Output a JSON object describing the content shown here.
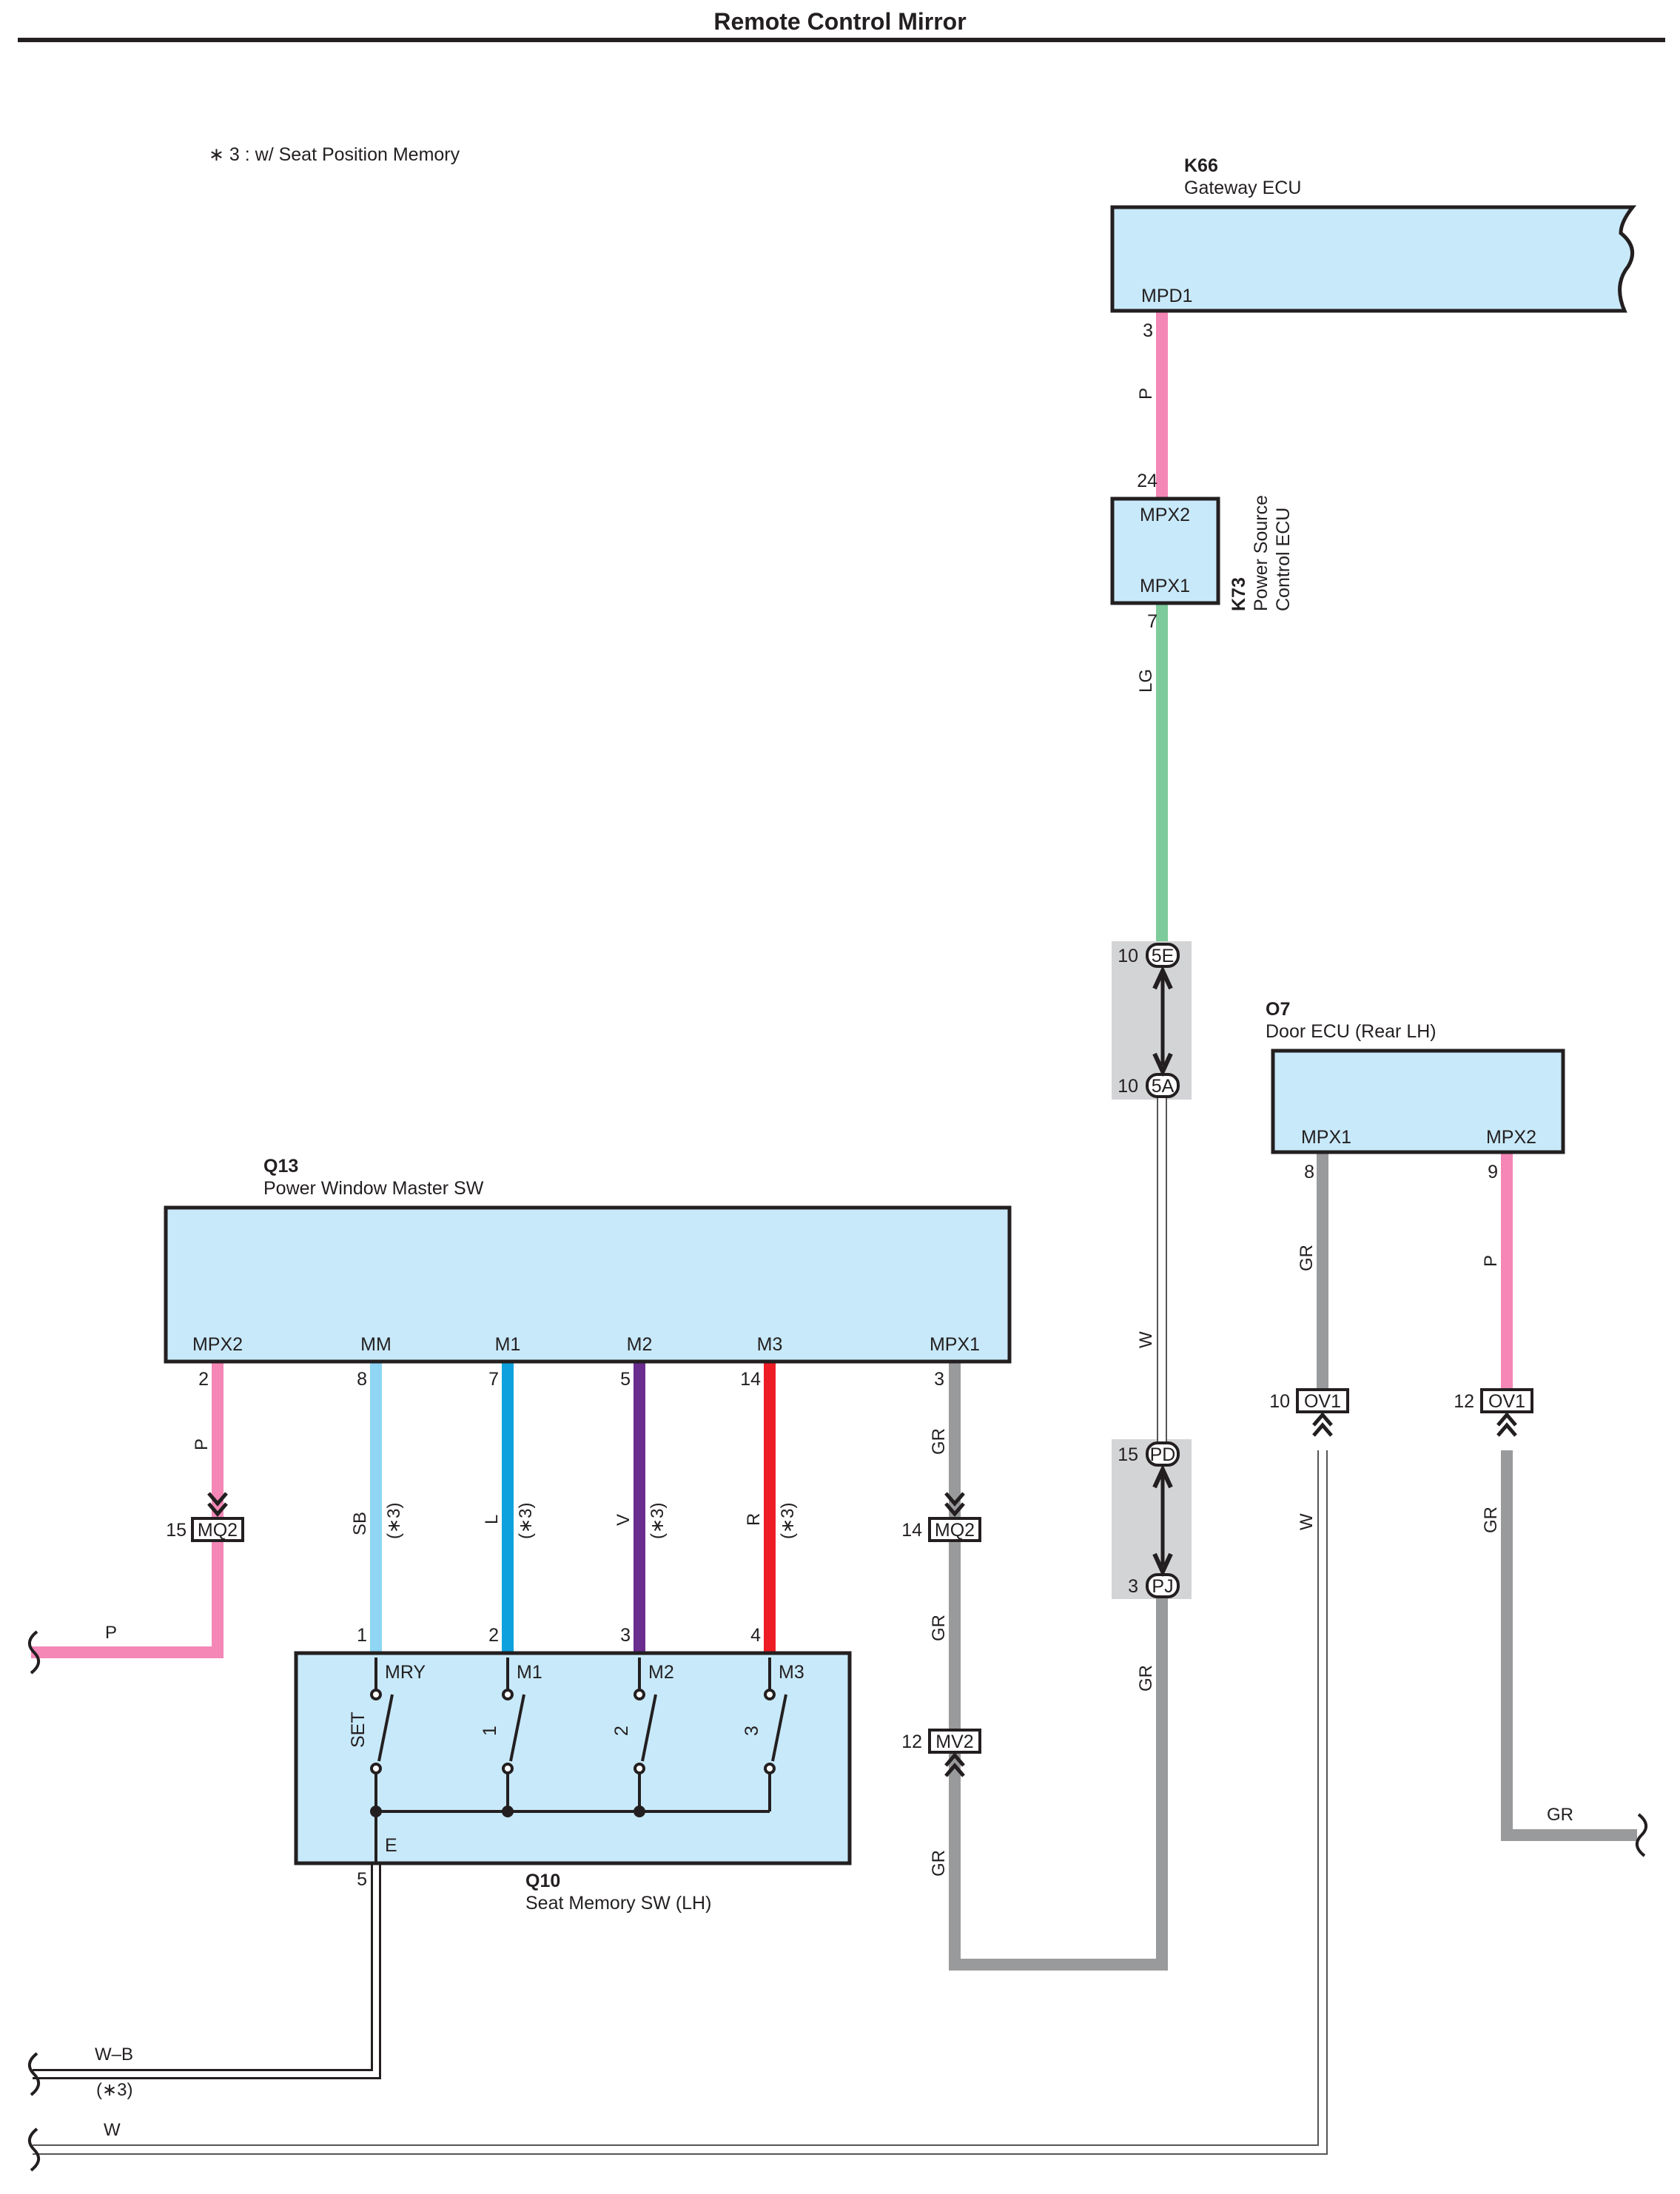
{
  "title": "Remote Control Mirror",
  "note": "∗ 3 : w/ Seat Position Memory",
  "colors": {
    "box_fill": "#c8e9f9",
    "pink": "#f487b6",
    "light_green": "#7dcb9b",
    "gray": "#999a9c",
    "sky_blue": "#8fd6f5",
    "blue": "#0da2de",
    "violet": "#6a2d8f",
    "red": "#ee1c25",
    "connector_panel": "#d3d4d6"
  },
  "components": {
    "k66": {
      "code": "K66",
      "name": "Gateway ECU",
      "pin_mpd1": "MPD1",
      "pin_num": "3"
    },
    "k73": {
      "code": "K73",
      "name_line1": "Power Source",
      "name_line2": "Control ECU",
      "pin_mpx2": "MPX2",
      "pin_mpx1": "MPX1",
      "pin_mpx2_num": "24",
      "pin_mpx1_num": "7"
    },
    "o7": {
      "code": "O7",
      "name": "Door ECU (Rear LH)",
      "pin_mpx1": "MPX1",
      "pin_mpx2": "MPX2",
      "pin_mpx1_num": "8",
      "pin_mpx2_num": "9"
    },
    "q13": {
      "code": "Q13",
      "name": "Power Window Master SW",
      "pins": [
        {
          "label": "MPX2",
          "num": "2"
        },
        {
          "label": "MM",
          "num": "8"
        },
        {
          "label": "M1",
          "num": "7"
        },
        {
          "label": "M2",
          "num": "5"
        },
        {
          "label": "M3",
          "num": "14"
        },
        {
          "label": "MPX1",
          "num": "3"
        }
      ]
    },
    "q10": {
      "code": "Q10",
      "name": "Seat Memory SW (LH)",
      "top_pins": [
        {
          "label": "MRY",
          "num": "1",
          "switch": "SET"
        },
        {
          "label": "M1",
          "num": "2",
          "switch": "1"
        },
        {
          "label": "M2",
          "num": "3",
          "switch": "2"
        },
        {
          "label": "M3",
          "num": "4",
          "switch": "3"
        }
      ],
      "ground_pin": {
        "label": "E",
        "num": "5"
      }
    }
  },
  "connectors": {
    "c5e": {
      "name": "5E",
      "pin": "10"
    },
    "c5a": {
      "name": "5A",
      "pin": "10"
    },
    "cpd": {
      "name": "PD",
      "pin": "15"
    },
    "cpj": {
      "name": "PJ",
      "pin": "3"
    },
    "mq2_left": {
      "name": "MQ2",
      "pin": "15"
    },
    "mq2_right": {
      "name": "MQ2",
      "pin": "14"
    },
    "mv2": {
      "name": "MV2",
      "pin": "12"
    },
    "ov1_left": {
      "name": "OV1",
      "pin": "10"
    },
    "ov1_right": {
      "name": "OV1",
      "pin": "12"
    }
  },
  "wires": {
    "k66_k73": "P",
    "k73_5e": "LG",
    "5a_pd": "W",
    "pj_down": "GR",
    "q13_mpx2": "P",
    "left_p": "P",
    "mm": "SB",
    "m1": "L",
    "m2": "V",
    "m3": "R",
    "option": "(∗3)",
    "q13_mpx1": "GR",
    "mq2_mv2": "GR",
    "mv2_down": "GR",
    "o7_mpx1": "GR",
    "o7_mpx2": "P",
    "ov1_left_down": "W",
    "ov1_right_down": "GR",
    "right_gr": "GR",
    "ground": "W–B",
    "ground_option": "(∗3)",
    "bottom_w": "W"
  }
}
